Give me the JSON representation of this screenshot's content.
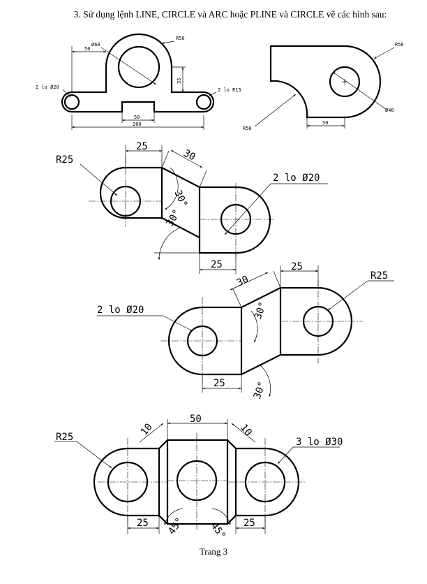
{
  "heading": "3. Sử  dụng lệnh LINE, CIRCLE và ARC hoặc PLINE và CIRCLE vẽ các hình sau:",
  "footer": "Trang 3",
  "fig1": {
    "d_top": "Ø60",
    "r_top": "R50",
    "w_left": "50",
    "h_right": "35",
    "holes": "2 lo Ø20",
    "r_ears": "2 lo R15",
    "w_notch": "50",
    "w_total": "200"
  },
  "fig2": {
    "r_top": "R50",
    "d_hole": "Ø40",
    "r_left": "R50",
    "w_bottom": "50"
  },
  "fig3": {
    "r_left": "R25",
    "w_top": "25",
    "w_slope": "30",
    "a1": "30°",
    "a2": "30°",
    "holes": "2 lo Ø20",
    "w_bottom": "25"
  },
  "fig4": {
    "w_slope": "30",
    "w_top": "25",
    "r_right": "R25",
    "holes": "2 lo Ø20",
    "a1": "30°",
    "w_bottom": "25",
    "a2": "30°"
  },
  "fig5": {
    "r_left": "R25",
    "w_l": "10",
    "w_mid": "50",
    "w_r": "10",
    "holes": "3 lo Ø30",
    "w_bl": "25",
    "a_l": "45°",
    "a_r": "45°",
    "w_br": "25"
  }
}
